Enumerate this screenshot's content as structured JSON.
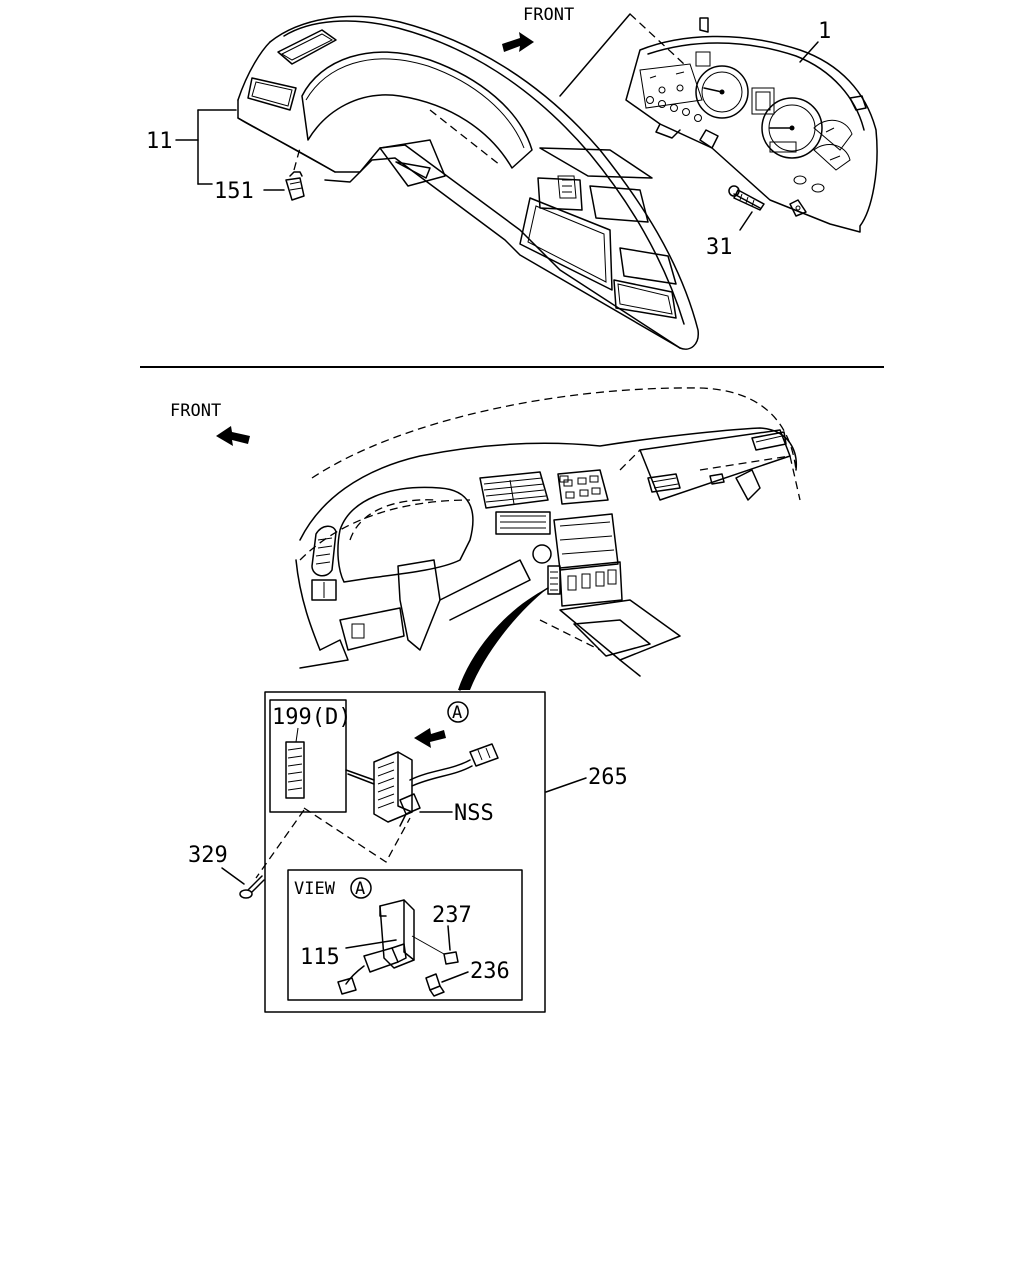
{
  "upper_view": {
    "front_label": "FRONT",
    "callouts": {
      "cluster": "1",
      "dash_panel": "11",
      "clip": "151",
      "screw": "31"
    }
  },
  "lower_view": {
    "front_label": "FRONT",
    "detail_marker": "A",
    "callouts": {
      "switch_assembly": "265",
      "variant_box": "199(D)",
      "nss": "NSS",
      "screw": "329"
    },
    "view_detail": {
      "title": "VIEW",
      "marker": "A",
      "callouts": {
        "part_237": "237",
        "part_115": "115",
        "part_236": "236"
      }
    }
  }
}
